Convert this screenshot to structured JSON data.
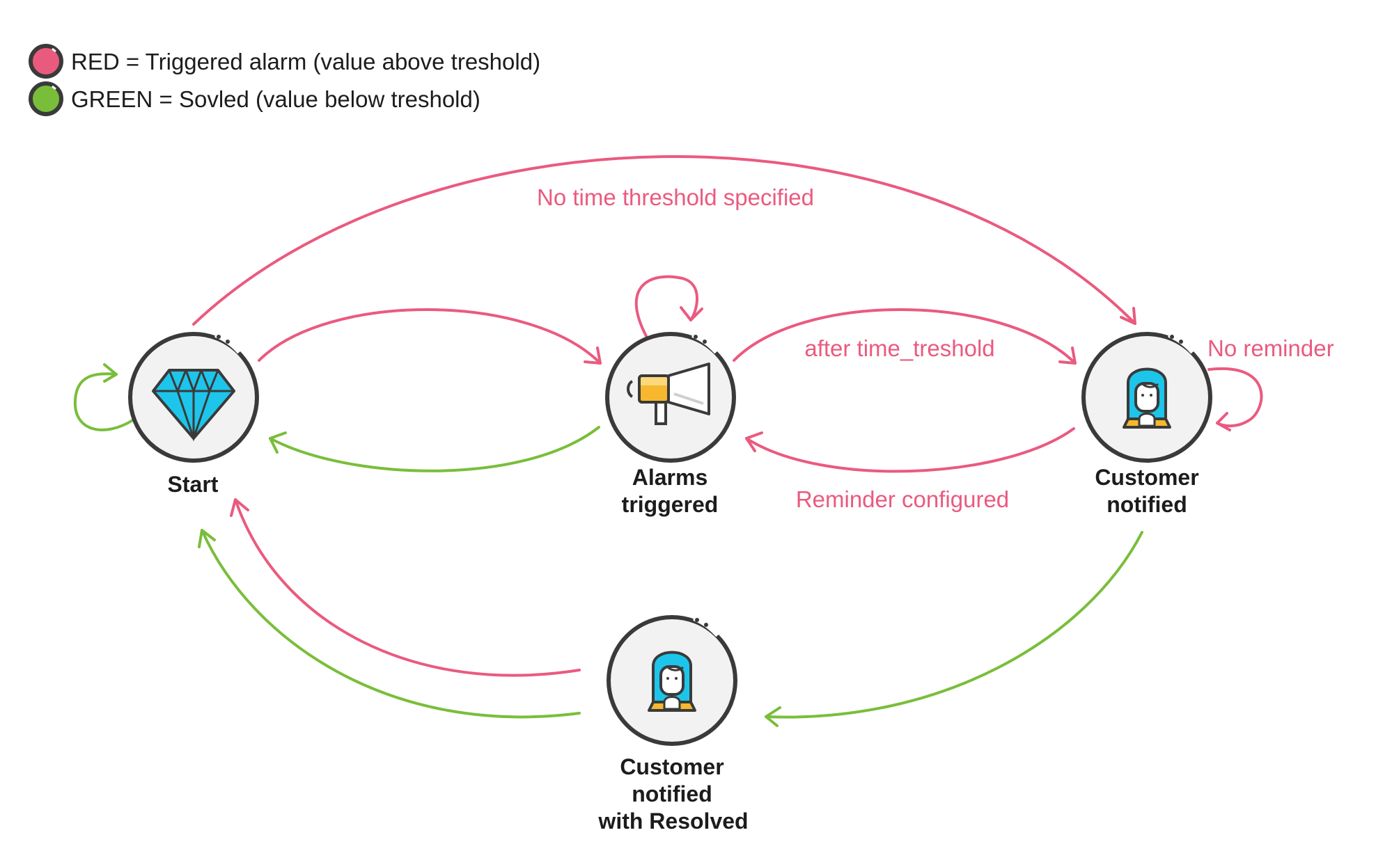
{
  "colors": {
    "red": "#ea5a7f",
    "green": "#79be3a",
    "node_fill": "#f2f2f2",
    "node_stroke": "#3a3a3a",
    "icon_blue": "#1ec5ea",
    "icon_yellow": "#f5b82e"
  },
  "legend": [
    {
      "color": "red",
      "text": "RED = Triggered alarm (value above treshold)"
    },
    {
      "color": "green",
      "text": "GREEN = Sovled (value below treshold)"
    }
  ],
  "nodes": {
    "start": {
      "label_lines": [
        "Start"
      ],
      "icon": "diamond-icon"
    },
    "alarms": {
      "label_lines": [
        "Alarms",
        "triggered"
      ],
      "icon": "megaphone-icon"
    },
    "customer": {
      "label_lines": [
        "Customer",
        "notified"
      ],
      "icon": "woman-avatar-icon"
    },
    "resolved": {
      "label_lines": [
        "Customer",
        "notified",
        "with Resolved"
      ],
      "icon": "woman-avatar-icon"
    }
  },
  "edge_labels": {
    "no_time_threshold": "No time threshold specified",
    "after_time_threshold": "after time_treshold",
    "no_reminder": "No reminder",
    "reminder_configured": "Reminder configured"
  }
}
